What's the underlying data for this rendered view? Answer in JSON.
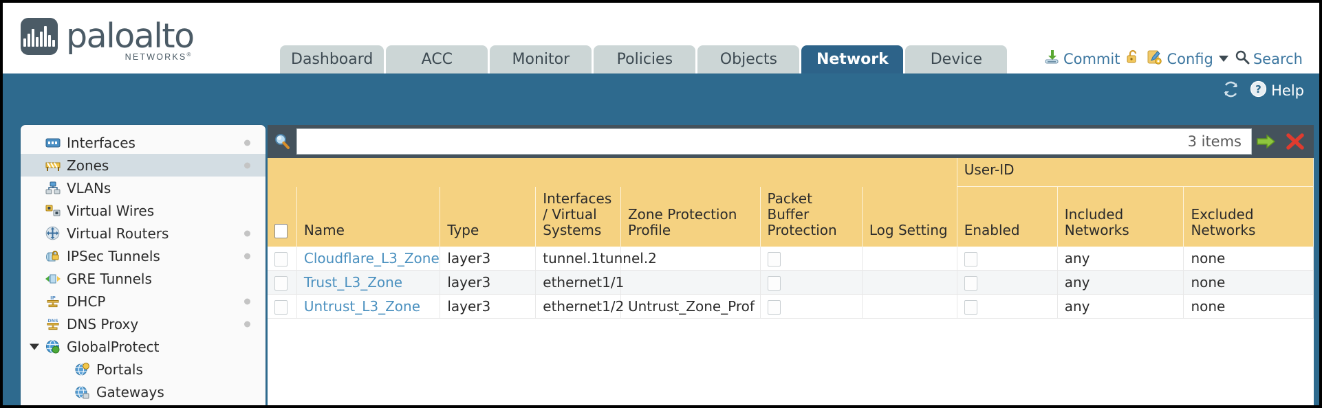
{
  "brand": {
    "word": "paloalto",
    "sub": "NETWORKS",
    "sup": "®"
  },
  "nav": {
    "tabs": [
      {
        "label": "Dashboard",
        "active": false
      },
      {
        "label": "ACC",
        "active": false
      },
      {
        "label": "Monitor",
        "active": false
      },
      {
        "label": "Policies",
        "active": false
      },
      {
        "label": "Objects",
        "active": false
      },
      {
        "label": "Network",
        "active": true
      },
      {
        "label": "Device",
        "active": false
      }
    ]
  },
  "toolbar": {
    "commit_label": "Commit",
    "config_label": "Config",
    "search_label": "Search",
    "lock_icon": "unlocked-padlock-icon"
  },
  "helpbar": {
    "refresh_icon": "refresh-icon",
    "help_label": "Help"
  },
  "sidebar": {
    "items": [
      {
        "label": "Interfaces",
        "icon": "interfaces-icon",
        "selected": false,
        "dot": true,
        "child": false,
        "arrow": false
      },
      {
        "label": "Zones",
        "icon": "zones-icon",
        "selected": true,
        "dot": true,
        "child": false,
        "arrow": false
      },
      {
        "label": "VLANs",
        "icon": "vlans-icon",
        "selected": false,
        "dot": false,
        "child": false,
        "arrow": false
      },
      {
        "label": "Virtual Wires",
        "icon": "virtual-wires-icon",
        "selected": false,
        "dot": false,
        "child": false,
        "arrow": false
      },
      {
        "label": "Virtual Routers",
        "icon": "virtual-routers-icon",
        "selected": false,
        "dot": true,
        "child": false,
        "arrow": false
      },
      {
        "label": "IPSec Tunnels",
        "icon": "ipsec-tunnels-icon",
        "selected": false,
        "dot": true,
        "child": false,
        "arrow": false
      },
      {
        "label": "GRE Tunnels",
        "icon": "gre-tunnels-icon",
        "selected": false,
        "dot": false,
        "child": false,
        "arrow": false
      },
      {
        "label": "DHCP",
        "icon": "dhcp-icon",
        "selected": false,
        "dot": true,
        "child": false,
        "arrow": false
      },
      {
        "label": "DNS Proxy",
        "icon": "dns-proxy-icon",
        "selected": false,
        "dot": true,
        "child": false,
        "arrow": false
      },
      {
        "label": "GlobalProtect",
        "icon": "globalprotect-icon",
        "selected": false,
        "dot": false,
        "child": false,
        "arrow": true
      },
      {
        "label": "Portals",
        "icon": "portals-icon",
        "selected": false,
        "dot": false,
        "child": true,
        "arrow": false
      },
      {
        "label": "Gateways",
        "icon": "gateways-icon",
        "selected": false,
        "dot": false,
        "child": true,
        "arrow": false
      }
    ]
  },
  "search": {
    "value": "",
    "placeholder": "",
    "items_count": "3 items",
    "apply_icon": "apply-filter-arrow-icon",
    "clear_icon": "clear-filter-x-icon",
    "magnifier_icon": "search-icon"
  },
  "table": {
    "group_header": {
      "label": "User-ID",
      "span": 3
    },
    "columns": [
      "Name",
      "Type",
      "Interfaces / Virtual Systems",
      "Zone Protection Profile",
      "Packet Buffer Protection",
      "Log Setting",
      "Enabled",
      "Included Networks",
      "Excluded Networks"
    ],
    "rows": [
      {
        "name": "Cloudflare_L3_Zone",
        "type": "layer3",
        "interfaces": [
          "tunnel.1",
          "tunnel.2"
        ],
        "zone_protection_profile": "",
        "packet_buffer_protection": false,
        "log_setting": "",
        "userid_enabled": false,
        "included_networks": "any",
        "excluded_networks": "none"
      },
      {
        "name": "Trust_L3_Zone",
        "type": "layer3",
        "interfaces": [
          "ethernet1/1"
        ],
        "zone_protection_profile": "",
        "packet_buffer_protection": false,
        "log_setting": "",
        "userid_enabled": false,
        "included_networks": "any",
        "excluded_networks": "none"
      },
      {
        "name": "Untrust_L3_Zone",
        "type": "layer3",
        "interfaces": [
          "ethernet1/2"
        ],
        "zone_protection_profile": "Untrust_Zone_Prof",
        "packet_buffer_protection": false,
        "log_setting": "",
        "userid_enabled": false,
        "included_networks": "any",
        "excluded_networks": "none"
      }
    ]
  },
  "colors": {
    "page_blue": "#2e6a8e",
    "tab_active": "#2d6389",
    "header_gold": "#f5d281",
    "group_gold": "#e3b33c",
    "link_blue": "#4a90bf",
    "search_bar": "#44525c"
  }
}
